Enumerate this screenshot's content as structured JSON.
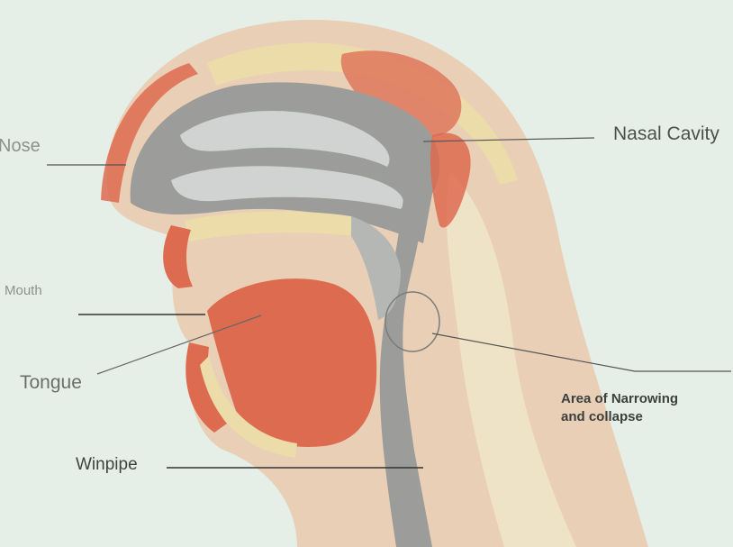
{
  "labels": {
    "nose": "Nose",
    "nasal_cavity": "Nasal Cavity",
    "mouth": "Mouth",
    "tongue": "Tongue",
    "winpipe": "Winpipe",
    "area_line1": "Area of Narrowing",
    "area_line2": "and collapse"
  },
  "colors": {
    "background": "#e6efe7",
    "skin": "#e8cfb6",
    "muscle": "#dd6b50",
    "tissue": "#9c9d9b",
    "cavity": "#d0d3d1",
    "bone": "#ecdcaa",
    "spine": "#efe3c7"
  }
}
